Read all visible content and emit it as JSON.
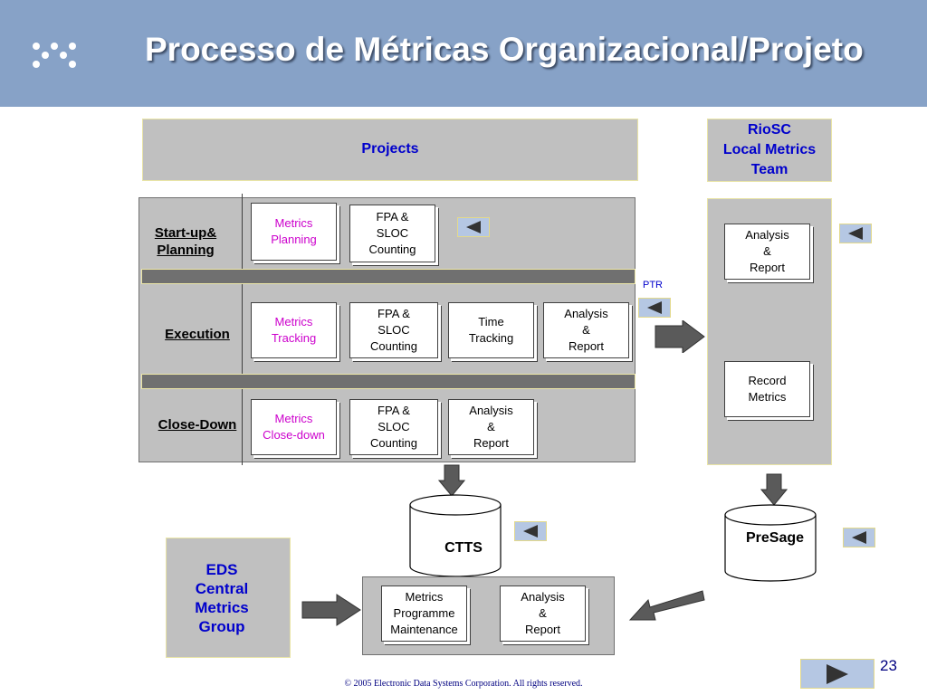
{
  "title": "Processo de Métricas Organizacional/Projeto",
  "projects_label": "Projects",
  "riosc_label": "RioSC\nLocal Metrics\nTeam",
  "phases": {
    "startup": "Start-up&\nPlanning",
    "execution": "Execution",
    "closedown": "Close-Down"
  },
  "boxes": {
    "metrics_planning": "Metrics\nPlanning",
    "fpa_sloc_1": "FPA &\nSLOC\nCounting",
    "metrics_tracking": "Metrics\nTracking",
    "fpa_sloc_2": "FPA &\nSLOC\nCounting",
    "time_tracking": "Time\nTracking",
    "analysis_report_exec": "Analysis\n&\nReport",
    "metrics_closedown": "Metrics\nClose-down",
    "fpa_sloc_3": "FPA &\nSLOC\nCounting",
    "analysis_report_close": "Analysis\n&\nReport",
    "riosc_analysis_report": "Analysis\n&\nReport",
    "record_metrics": "Record\nMetrics",
    "metrics_programme": "Metrics\nProgramme\nMaintenance",
    "eds_analysis_report": "Analysis\n&\nReport"
  },
  "ptr_label": "PTR",
  "ctts_label": "CTTS",
  "presage_label": "PreSage",
  "eds_label": "EDS\nCentral\nMetrics\nGroup",
  "page_number": "23",
  "footer": "© 2005 Electronic Data Systems Corporation. All rights reserved.",
  "colors": {
    "header": "#87A2C7",
    "panel": "#C0C0C0",
    "bar": "#707070",
    "accent_blue": "#0000CC",
    "magenta": "#CC00CC"
  }
}
